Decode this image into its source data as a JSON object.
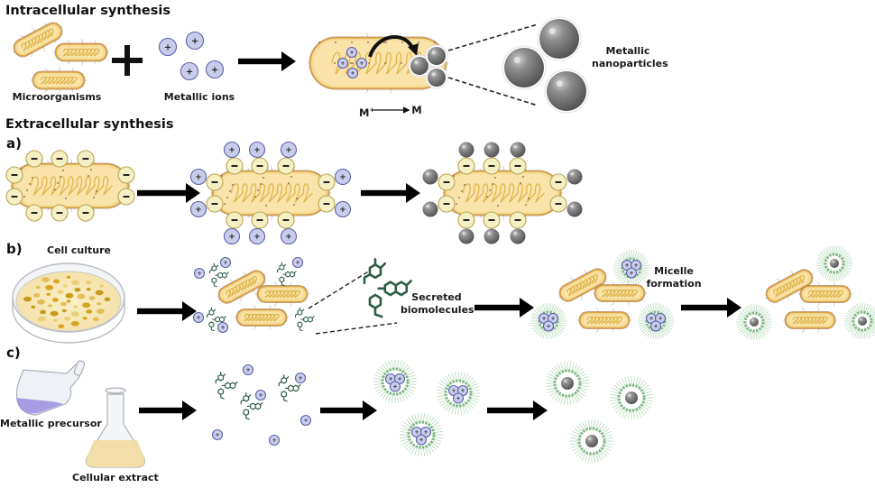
{
  "figure": {
    "sections": {
      "intracellular": "Intracellular synthesis",
      "extracellular": "Extracellular synthesis"
    },
    "panels": {
      "a": "a)",
      "b": "b)",
      "c": "c)"
    },
    "labels": {
      "microorganisms": "Microorganisms",
      "metallic_ions": "Metallic ions",
      "reaction_from": "M",
      "reaction_from_sup": "+",
      "reaction_to": "M",
      "metallic_nanoparticles_1": "Metallic",
      "metallic_nanoparticles_2": "nanoparticles",
      "cell_culture": "Cell culture",
      "secreted_1": "Secreted",
      "secreted_2": "biomolecules",
      "micelle_1": "Micelle",
      "micelle_2": "formation",
      "metallic_precursor": "Metallic precursor",
      "cellular_extract": "Cellular extract"
    },
    "symbols": {
      "plus": "+",
      "minus": "−"
    },
    "colors": {
      "cell_fill": "#f7dc98",
      "cell_border": "#d9a441",
      "cell_outer": "#8a4b3c",
      "ion_fill": "#c9cdeb",
      "ion_border": "#5a60a8",
      "neg_fill": "#f5efc4",
      "neg_border": "#b8a552",
      "particle": "#7d7d7d",
      "biomolecule": "#2e5e46",
      "micelle": "#7fb884",
      "arrow": "#000000",
      "precursor_liquid": "#9b8ee0",
      "extract_liquid": "#f3dca0"
    }
  }
}
